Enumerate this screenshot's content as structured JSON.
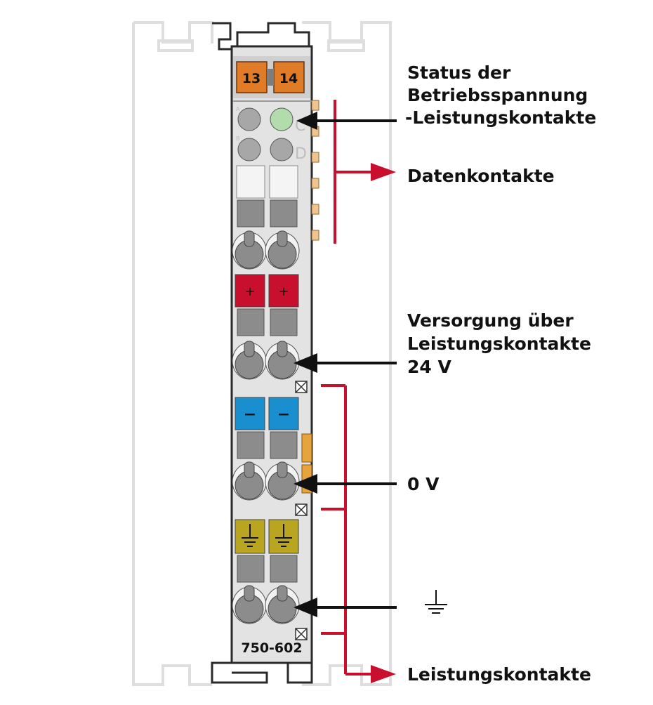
{
  "module": {
    "model_number": "750-602",
    "terminal_labels": [
      "13",
      "14"
    ],
    "led_row_labels": [
      "A",
      "B"
    ],
    "led_side_labels": [
      "C",
      "D"
    ],
    "plus_symbol": "+",
    "minus_symbol": "−"
  },
  "labels": {
    "status_line1": "Status der",
    "status_line2": "Betriebsspannung",
    "status_line3": "-Leistungskontakte",
    "data_contacts": "Datenkontakte",
    "supply_line1": "Versorgung über",
    "supply_line2": "Leistungskontakte",
    "supply_line3": "24 V",
    "zero_volt": "0 V",
    "power_contacts": "Leistungskontakte"
  },
  "colors": {
    "housing": "#e3e3e3",
    "outline": "#2a2a2a",
    "orange_terminal": "#e07b28",
    "led_green": "#b2dcab",
    "led_gray": "#a7a7a7",
    "red_plus": "#c8102e",
    "blue_minus": "#1a8fd0",
    "yellow_ground": "#b9a51f",
    "slot_gray": "#8c8c8c",
    "arrow_black": "#111111",
    "arrow_red": "#c8102e",
    "contact_orange": "#f1c48d",
    "rail_gray": "#dedede"
  },
  "icons": [
    "ground-icon",
    "ground-symbol-icon",
    "plus-icon",
    "minus-icon"
  ]
}
